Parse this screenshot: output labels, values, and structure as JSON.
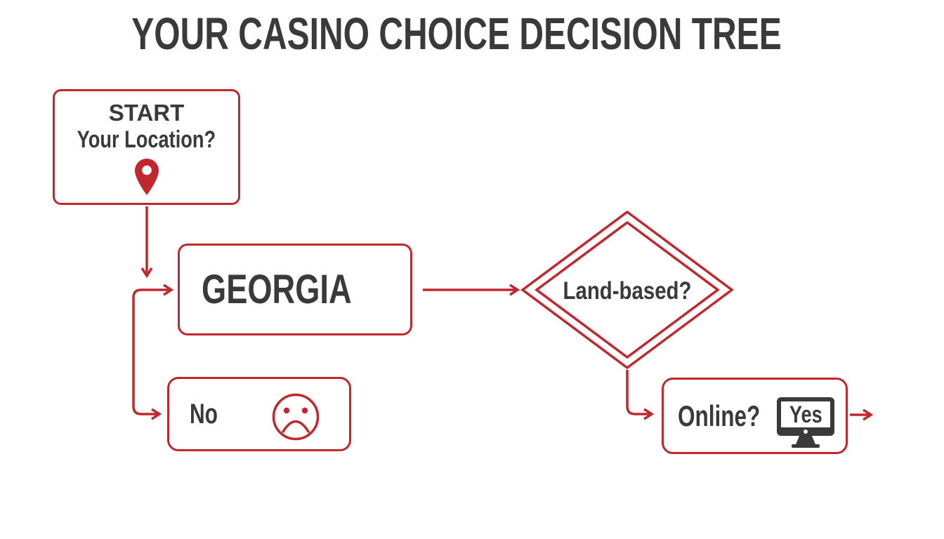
{
  "title": "YOUR CASINO CHOICE DECISION TREE",
  "colors": {
    "accent_red": "#c1272d",
    "text_dark": "#3a3a3a"
  },
  "nodes": {
    "start": {
      "title": "START",
      "question": "Your Location?",
      "icon": "location-pin-icon"
    },
    "location": {
      "label": "GEORGIA"
    },
    "land_based": {
      "question": "Land-based?"
    },
    "land_based_no": {
      "label": "No",
      "icon": "sad-face-icon"
    },
    "online": {
      "question": "Online?",
      "answer": "Yes",
      "icon": "computer-monitor-icon"
    }
  },
  "edges": [
    {
      "from": "start",
      "to": "junction"
    },
    {
      "from": "junction",
      "to": "location"
    },
    {
      "from": "junction",
      "to": "land_based_no"
    },
    {
      "from": "location",
      "to": "land_based"
    },
    {
      "from": "land_based",
      "to": "online"
    },
    {
      "from": "online",
      "to": "offscreen-right"
    }
  ]
}
